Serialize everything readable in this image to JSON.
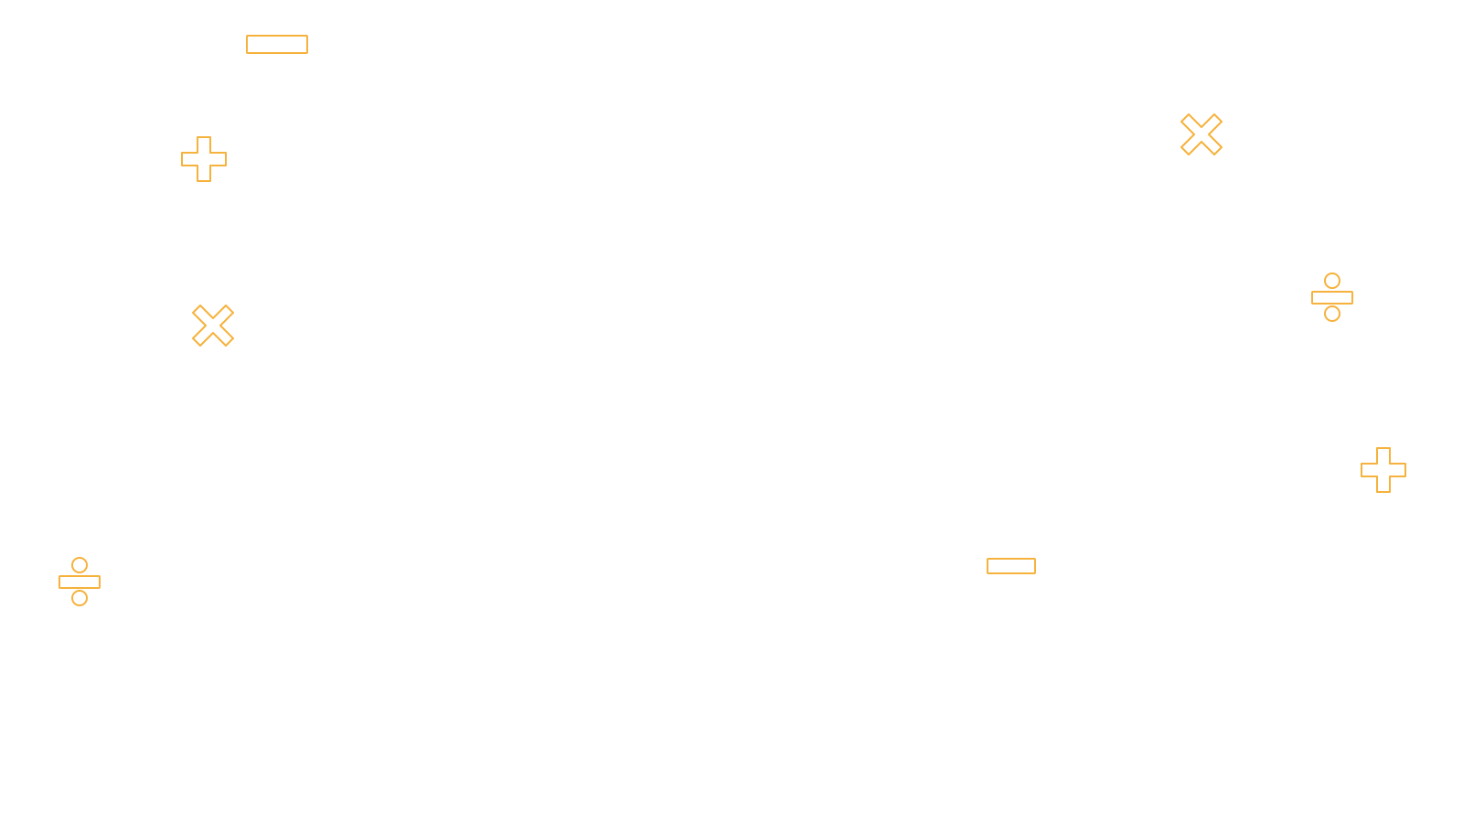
{
  "colors": {
    "background": "#ffffff",
    "symbol_stroke": "#f6b23c"
  },
  "symbols": [
    {
      "id": "minus-top-left",
      "icon": "minus-icon"
    },
    {
      "id": "plus-left",
      "icon": "plus-icon"
    },
    {
      "id": "times-left",
      "icon": "times-icon"
    },
    {
      "id": "divide-bottom-left",
      "icon": "divide-icon"
    },
    {
      "id": "minus-center",
      "icon": "minus-icon"
    },
    {
      "id": "times-top-right",
      "icon": "times-icon"
    },
    {
      "id": "divide-right",
      "icon": "divide-icon"
    },
    {
      "id": "plus-right",
      "icon": "plus-icon"
    }
  ]
}
